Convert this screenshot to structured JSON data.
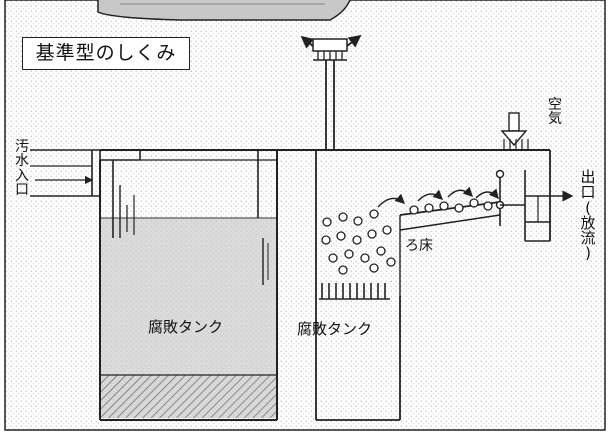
{
  "title": "基準型のしくみ",
  "labels": {
    "inlet": [
      "汚",
      "水",
      "入",
      "口"
    ],
    "air": [
      "空",
      "気"
    ],
    "outlet": [
      "出",
      "口",
      "(",
      "放",
      "流",
      ")"
    ],
    "tank_left": "腐敗タンク",
    "tank_right": "腐敗タンク",
    "filter_bed": "ろ床"
  }
}
